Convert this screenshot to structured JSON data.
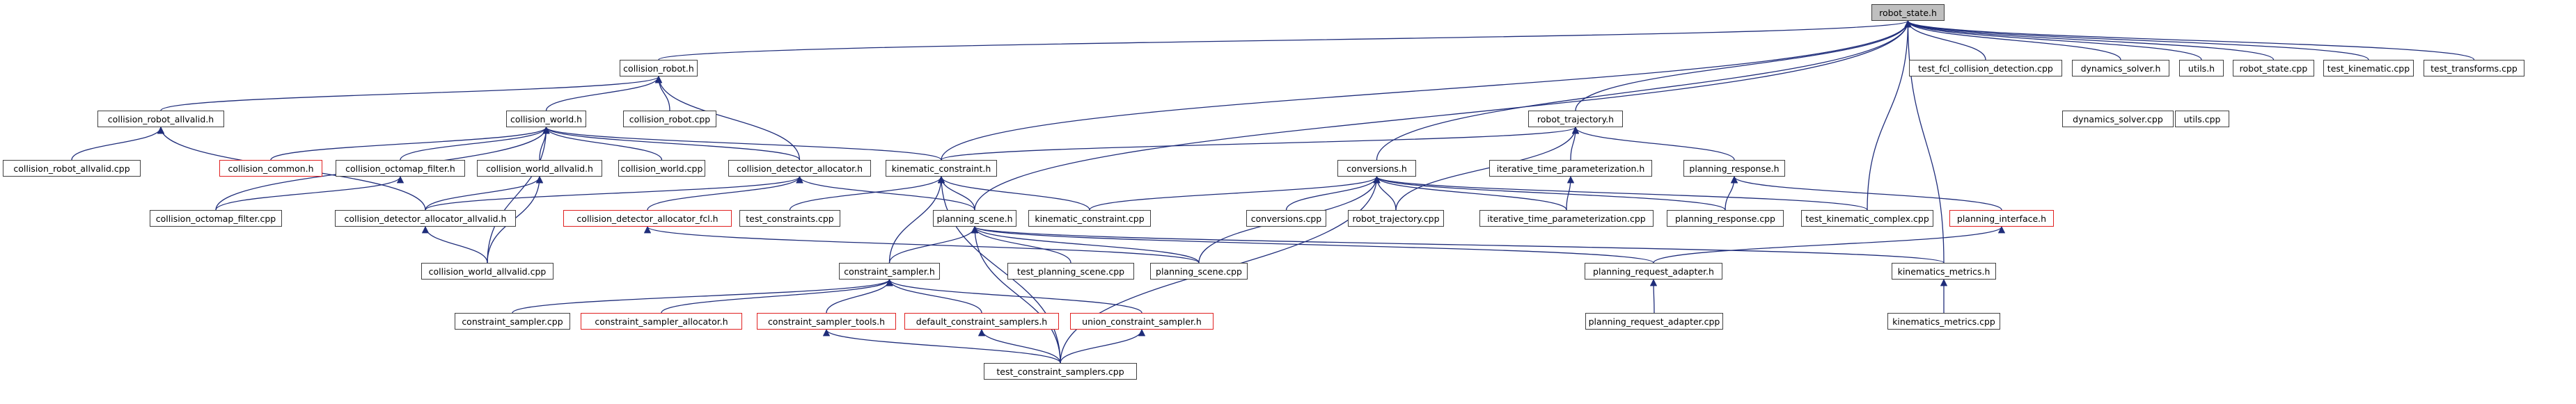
{
  "graph": {
    "root": "robot_state.h",
    "nodes": [
      {
        "id": "robot_state_h",
        "label": "robot_state.h",
        "style": "root"
      },
      {
        "id": "collision_robot_h",
        "label": "collision_robot.h",
        "style": "normal"
      },
      {
        "id": "test_fcl_collision_detection_cpp",
        "label": "test_fcl_collision_detection.cpp",
        "style": "normal"
      },
      {
        "id": "dynamics_solver_h",
        "label": "dynamics_solver.h",
        "style": "normal"
      },
      {
        "id": "utils_h",
        "label": "utils.h",
        "style": "normal"
      },
      {
        "id": "robot_state_cpp",
        "label": "robot_state.cpp",
        "style": "normal"
      },
      {
        "id": "test_kinematic_cpp",
        "label": "test_kinematic.cpp",
        "style": "normal"
      },
      {
        "id": "test_transforms_cpp",
        "label": "test_transforms.cpp",
        "style": "normal"
      },
      {
        "id": "collision_robot_allvalid_h",
        "label": "collision_robot_allvalid.h",
        "style": "normal"
      },
      {
        "id": "collision_world_h",
        "label": "collision_world.h",
        "style": "normal"
      },
      {
        "id": "collision_robot_cpp",
        "label": "collision_robot.cpp",
        "style": "normal"
      },
      {
        "id": "robot_trajectory_h",
        "label": "robot_trajectory.h",
        "style": "normal"
      },
      {
        "id": "dynamics_solver_cpp",
        "label": "dynamics_solver.cpp",
        "style": "normal"
      },
      {
        "id": "utils_cpp",
        "label": "utils.cpp",
        "style": "normal"
      },
      {
        "id": "collision_robot_allvalid_cpp",
        "label": "collision_robot_allvalid.cpp",
        "style": "normal"
      },
      {
        "id": "collision_common_h",
        "label": "collision_common.h",
        "style": "red"
      },
      {
        "id": "collision_octomap_filter_h",
        "label": "collision_octomap_filter.h",
        "style": "normal"
      },
      {
        "id": "collision_world_allvalid_h",
        "label": "collision_world_allvalid.h",
        "style": "normal"
      },
      {
        "id": "collision_world_cpp",
        "label": "collision_world.cpp",
        "style": "normal"
      },
      {
        "id": "collision_detector_allocator_h",
        "label": "collision_detector_allocator.h",
        "style": "normal"
      },
      {
        "id": "kinematic_constraint_h",
        "label": "kinematic_constraint.h",
        "style": "normal"
      },
      {
        "id": "conversions_h",
        "label": "conversions.h",
        "style": "normal"
      },
      {
        "id": "iterative_time_parameterization_h",
        "label": "iterative_time_parameterization.h",
        "style": "normal"
      },
      {
        "id": "planning_response_h",
        "label": "planning_response.h",
        "style": "normal"
      },
      {
        "id": "collision_octomap_filter_cpp",
        "label": "collision_octomap_filter.cpp",
        "style": "normal"
      },
      {
        "id": "collision_detector_allocator_allvalid_h",
        "label": "collision_detector_allocator_allvalid.h",
        "style": "normal"
      },
      {
        "id": "collision_detector_allocator_fcl_h",
        "label": "collision_detector_allocator_fcl.h",
        "style": "red"
      },
      {
        "id": "test_constraints_cpp",
        "label": "test_constraints.cpp",
        "style": "normal"
      },
      {
        "id": "planning_scene_h",
        "label": "planning_scene.h",
        "style": "normal"
      },
      {
        "id": "kinematic_constraint_cpp",
        "label": "kinematic_constraint.cpp",
        "style": "normal"
      },
      {
        "id": "conversions_cpp",
        "label": "conversions.cpp",
        "style": "normal"
      },
      {
        "id": "robot_trajectory_cpp",
        "label": "robot_trajectory.cpp",
        "style": "normal"
      },
      {
        "id": "iterative_time_parameterization_cpp",
        "label": "iterative_time_parameterization.cpp",
        "style": "normal"
      },
      {
        "id": "planning_response_cpp",
        "label": "planning_response.cpp",
        "style": "normal"
      },
      {
        "id": "test_kinematic_complex_cpp",
        "label": "test_kinematic_complex.cpp",
        "style": "normal"
      },
      {
        "id": "planning_interface_h",
        "label": "planning_interface.h",
        "style": "red"
      },
      {
        "id": "collision_world_allvalid_cpp",
        "label": "collision_world_allvalid.cpp",
        "style": "normal"
      },
      {
        "id": "constraint_sampler_h",
        "label": "constraint_sampler.h",
        "style": "normal"
      },
      {
        "id": "test_planning_scene_cpp",
        "label": "test_planning_scene.cpp",
        "style": "normal"
      },
      {
        "id": "planning_scene_cpp",
        "label": "planning_scene.cpp",
        "style": "normal"
      },
      {
        "id": "planning_request_adapter_h",
        "label": "planning_request_adapter.h",
        "style": "normal"
      },
      {
        "id": "kinematics_metrics_h",
        "label": "kinematics_metrics.h",
        "style": "normal"
      },
      {
        "id": "constraint_sampler_cpp",
        "label": "constraint_sampler.cpp",
        "style": "normal"
      },
      {
        "id": "constraint_sampler_allocator_h",
        "label": "constraint_sampler_allocator.h",
        "style": "red"
      },
      {
        "id": "constraint_sampler_tools_h",
        "label": "constraint_sampler_tools.h",
        "style": "red"
      },
      {
        "id": "default_constraint_samplers_h",
        "label": "default_constraint_samplers.h",
        "style": "red"
      },
      {
        "id": "union_constraint_sampler_h",
        "label": "union_constraint_sampler.h",
        "style": "red"
      },
      {
        "id": "planning_request_adapter_cpp",
        "label": "planning_request_adapter.cpp",
        "style": "normal"
      },
      {
        "id": "kinematics_metrics_cpp",
        "label": "kinematics_metrics.cpp",
        "style": "normal"
      },
      {
        "id": "test_constraint_samplers_cpp",
        "label": "test_constraint_samplers.cpp",
        "style": "normal"
      }
    ],
    "edges": [
      [
        "robot_state_h",
        "collision_robot_h"
      ],
      [
        "robot_state_h",
        "test_fcl_collision_detection_cpp"
      ],
      [
        "robot_state_h",
        "dynamics_solver_h"
      ],
      [
        "robot_state_h",
        "utils_h"
      ],
      [
        "robot_state_h",
        "robot_state_cpp"
      ],
      [
        "robot_state_h",
        "test_kinematic_cpp"
      ],
      [
        "robot_state_h",
        "test_transforms_cpp"
      ],
      [
        "robot_state_h",
        "robot_trajectory_h"
      ],
      [
        "robot_state_h",
        "kinematic_constraint_h"
      ],
      [
        "robot_state_h",
        "conversions_h"
      ],
      [
        "robot_state_h",
        "planning_scene_h"
      ],
      [
        "robot_state_h",
        "test_kinematic_complex_cpp"
      ],
      [
        "robot_state_h",
        "kinematics_metrics_h"
      ],
      [
        "collision_robot_h",
        "collision_robot_allvalid_h"
      ],
      [
        "collision_robot_h",
        "collision_world_h"
      ],
      [
        "collision_robot_h",
        "collision_robot_cpp"
      ],
      [
        "collision_robot_h",
        "collision_detector_allocator_h"
      ],
      [
        "collision_robot_allvalid_h",
        "collision_robot_allvalid_cpp"
      ],
      [
        "collision_robot_allvalid_h",
        "collision_detector_allocator_allvalid_h"
      ],
      [
        "collision_world_h",
        "collision_common_h"
      ],
      [
        "collision_world_h",
        "collision_octomap_filter_h"
      ],
      [
        "collision_world_h",
        "collision_world_allvalid_h"
      ],
      [
        "collision_world_h",
        "collision_world_cpp"
      ],
      [
        "collision_world_h",
        "collision_detector_allocator_h"
      ],
      [
        "collision_world_h",
        "kinematic_constraint_h"
      ],
      [
        "collision_world_h",
        "collision_octomap_filter_cpp"
      ],
      [
        "collision_world_h",
        "collision_world_allvalid_cpp"
      ],
      [
        "collision_octomap_filter_h",
        "collision_octomap_filter_cpp"
      ],
      [
        "collision_world_allvalid_h",
        "collision_detector_allocator_allvalid_h"
      ],
      [
        "collision_world_allvalid_h",
        "collision_world_allvalid_cpp"
      ],
      [
        "collision_detector_allocator_h",
        "collision_detector_allocator_allvalid_h"
      ],
      [
        "collision_detector_allocator_h",
        "collision_detector_allocator_fcl_h"
      ],
      [
        "collision_detector_allocator_h",
        "planning_scene_h"
      ],
      [
        "collision_detector_allocator_allvalid_h",
        "collision_world_allvalid_cpp"
      ],
      [
        "collision_detector_allocator_fcl_h",
        "planning_scene_cpp"
      ],
      [
        "kinematic_constraint_h",
        "test_constraints_cpp"
      ],
      [
        "kinematic_constraint_h",
        "planning_scene_h"
      ],
      [
        "kinematic_constraint_h",
        "kinematic_constraint_cpp"
      ],
      [
        "kinematic_constraint_h",
        "constraint_sampler_h"
      ],
      [
        "kinematic_constraint_h",
        "test_constraint_samplers_cpp"
      ],
      [
        "robot_trajectory_h",
        "kinematic_constraint_h"
      ],
      [
        "robot_trajectory_h",
        "iterative_time_parameterization_h"
      ],
      [
        "robot_trajectory_h",
        "planning_response_h"
      ],
      [
        "robot_trajectory_h",
        "robot_trajectory_cpp"
      ],
      [
        "conversions_h",
        "kinematic_constraint_cpp"
      ],
      [
        "conversions_h",
        "conversions_cpp"
      ],
      [
        "conversions_h",
        "robot_trajectory_cpp"
      ],
      [
        "conversions_h",
        "iterative_time_parameterization_cpp"
      ],
      [
        "conversions_h",
        "planning_response_cpp"
      ],
      [
        "conversions_h",
        "test_kinematic_complex_cpp"
      ],
      [
        "conversions_h",
        "planning_scene_cpp"
      ],
      [
        "conversions_h",
        "test_constraint_samplers_cpp"
      ],
      [
        "iterative_time_parameterization_h",
        "iterative_time_parameterization_cpp"
      ],
      [
        "planning_response_h",
        "planning_response_cpp"
      ],
      [
        "planning_response_h",
        "planning_interface_h"
      ],
      [
        "planning_interface_h",
        "planning_request_adapter_h"
      ],
      [
        "planning_scene_h",
        "constraint_sampler_h"
      ],
      [
        "planning_scene_h",
        "test_planning_scene_cpp"
      ],
      [
        "planning_scene_h",
        "planning_scene_cpp"
      ],
      [
        "planning_scene_h",
        "planning_request_adapter_h"
      ],
      [
        "planning_scene_h",
        "kinematics_metrics_h"
      ],
      [
        "planning_scene_h",
        "test_constraint_samplers_cpp"
      ],
      [
        "constraint_sampler_h",
        "constraint_sampler_cpp"
      ],
      [
        "constraint_sampler_h",
        "constraint_sampler_allocator_h"
      ],
      [
        "constraint_sampler_h",
        "constraint_sampler_tools_h"
      ],
      [
        "constraint_sampler_h",
        "default_constraint_samplers_h"
      ],
      [
        "constraint_sampler_h",
        "union_constraint_sampler_h"
      ],
      [
        "constraint_sampler_tools_h",
        "test_constraint_samplers_cpp"
      ],
      [
        "default_constraint_samplers_h",
        "test_constraint_samplers_cpp"
      ],
      [
        "union_constraint_sampler_h",
        "test_constraint_samplers_cpp"
      ],
      [
        "planning_request_adapter_h",
        "planning_request_adapter_cpp"
      ],
      [
        "kinematics_metrics_h",
        "kinematics_metrics_cpp"
      ]
    ]
  }
}
